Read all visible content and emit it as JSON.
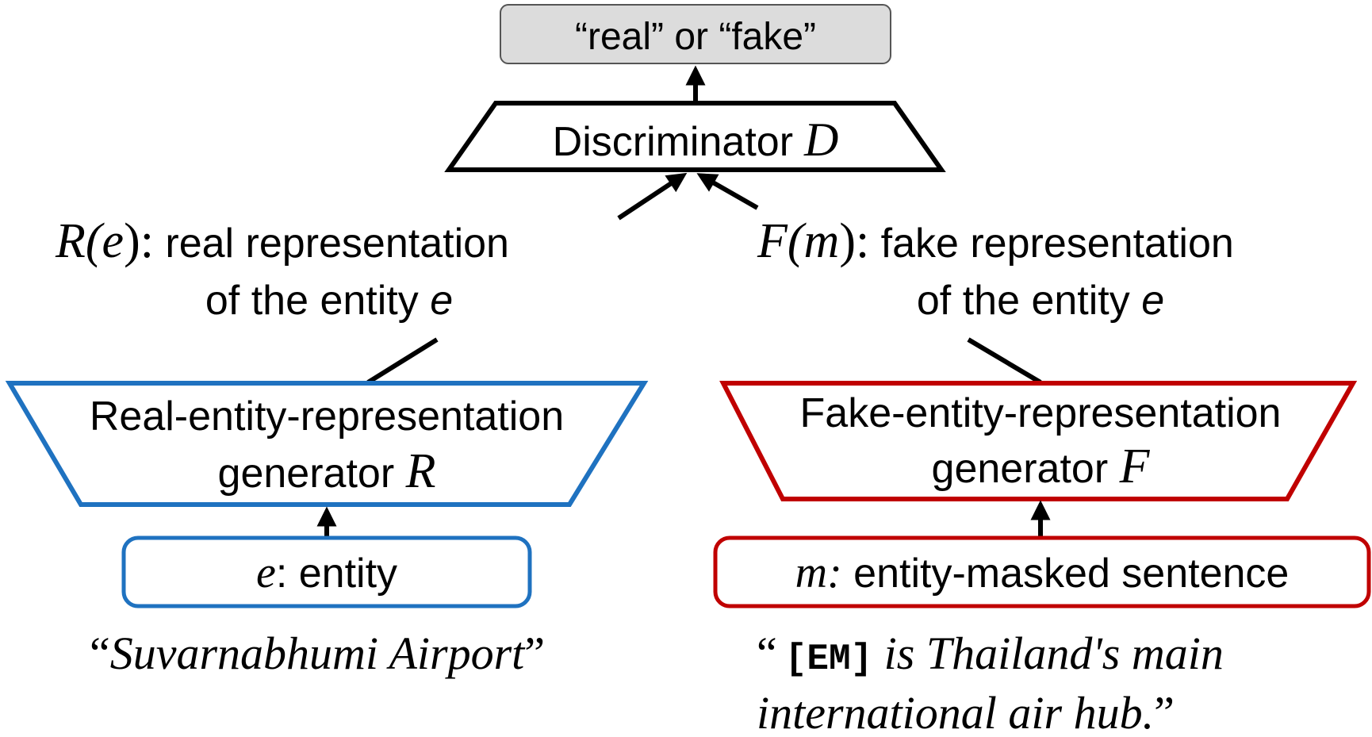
{
  "output": {
    "text": "“real” or “fake”",
    "fill": "#dcdcdc"
  },
  "discriminator": {
    "label": "Discriminator",
    "symbol": "D"
  },
  "real_rep": {
    "symbol_open": "R(",
    "symbol_var": "e",
    "symbol_close": "):",
    "line1_text": " real representation",
    "line2_text": "of the entity ",
    "line2_var": "e"
  },
  "fake_rep": {
    "symbol_open": "F(",
    "symbol_var": "m",
    "symbol_close": "):",
    "line1_text": " fake representation",
    "line2_text": "of the entity ",
    "line2_var": "e"
  },
  "real_generator": {
    "line1": "Real-entity-representation",
    "line2_text": "generator ",
    "line2_symbol": "R",
    "color": "#1f72c0"
  },
  "fake_generator": {
    "line1": "Fake-entity-representation",
    "line2_text": "generator ",
    "line2_symbol": "F",
    "color": "#c00000"
  },
  "real_input": {
    "var": "e",
    "text": ": entity"
  },
  "fake_input": {
    "var": "m:",
    "text": " entity-masked sentence"
  },
  "real_example": {
    "open": "“",
    "text": "Suvarnabhumi Airport",
    "close": "”"
  },
  "fake_example": {
    "open": "“",
    "token": "[EM]",
    "line1_rest": " is Thailand's main",
    "line2": "international air hub.",
    "close": "”"
  }
}
